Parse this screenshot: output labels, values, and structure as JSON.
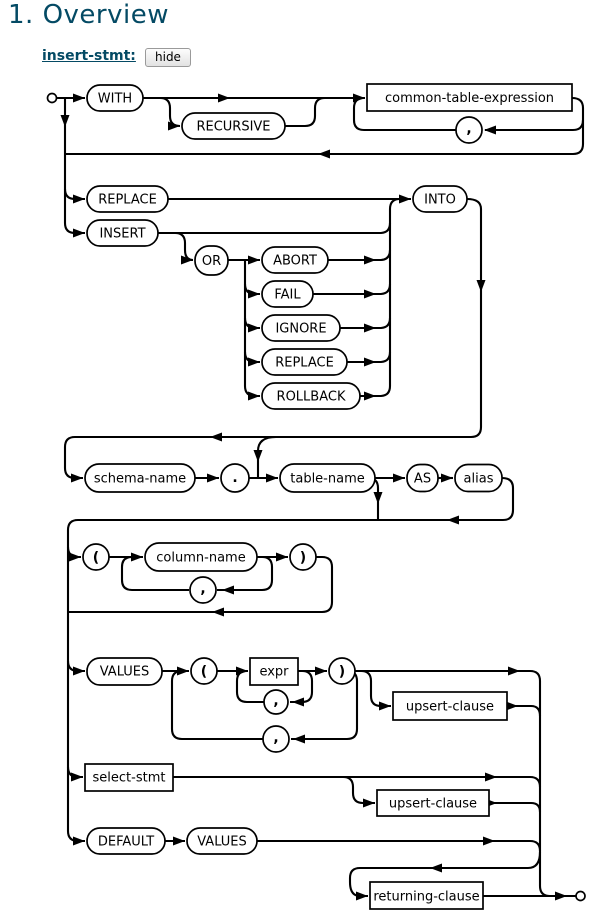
{
  "page": {
    "heading": "1. Overview",
    "diagram_label": "insert-stmt:",
    "hide_button": "hide"
  },
  "colors": {
    "heading": "#044a64",
    "link": "#044a64",
    "line": "#000000",
    "box_fill": "#ffffff"
  },
  "diagram": {
    "name": "insert-stmt",
    "nodes": {
      "with": {
        "label": "WITH",
        "kind": "keyword"
      },
      "recursive": {
        "label": "RECURSIVE",
        "kind": "keyword"
      },
      "cte": {
        "label": "common-table-expression",
        "kind": "nonterminal"
      },
      "comma1": {
        "label": ",",
        "kind": "literal"
      },
      "replace": {
        "label": "REPLACE",
        "kind": "keyword"
      },
      "insert": {
        "label": "INSERT",
        "kind": "keyword"
      },
      "or": {
        "label": "OR",
        "kind": "keyword"
      },
      "abort": {
        "label": "ABORT",
        "kind": "keyword"
      },
      "fail": {
        "label": "FAIL",
        "kind": "keyword"
      },
      "ignore": {
        "label": "IGNORE",
        "kind": "keyword"
      },
      "replace2": {
        "label": "REPLACE",
        "kind": "keyword"
      },
      "rollback": {
        "label": "ROLLBACK",
        "kind": "keyword"
      },
      "into": {
        "label": "INTO",
        "kind": "keyword"
      },
      "schema_name": {
        "label": "schema-name",
        "kind": "token"
      },
      "dot": {
        "label": ".",
        "kind": "literal"
      },
      "table_name": {
        "label": "table-name",
        "kind": "token"
      },
      "as": {
        "label": "AS",
        "kind": "keyword"
      },
      "alias": {
        "label": "alias",
        "kind": "token"
      },
      "lparen1": {
        "label": "(",
        "kind": "literal"
      },
      "column_name": {
        "label": "column-name",
        "kind": "token"
      },
      "comma2": {
        "label": ",",
        "kind": "literal"
      },
      "rparen1": {
        "label": ")",
        "kind": "literal"
      },
      "values": {
        "label": "VALUES",
        "kind": "keyword"
      },
      "lparen2": {
        "label": "(",
        "kind": "literal"
      },
      "expr": {
        "label": "expr",
        "kind": "nonterminal"
      },
      "comma3": {
        "label": ",",
        "kind": "literal"
      },
      "rparen2": {
        "label": ")",
        "kind": "literal"
      },
      "comma4": {
        "label": ",",
        "kind": "literal"
      },
      "upsert1": {
        "label": "upsert-clause",
        "kind": "nonterminal"
      },
      "select_stmt": {
        "label": "select-stmt",
        "kind": "nonterminal"
      },
      "upsert2": {
        "label": "upsert-clause",
        "kind": "nonterminal"
      },
      "default": {
        "label": "DEFAULT",
        "kind": "keyword"
      },
      "values2": {
        "label": "VALUES",
        "kind": "keyword"
      },
      "returning": {
        "label": "returning-clause",
        "kind": "nonterminal"
      }
    }
  }
}
